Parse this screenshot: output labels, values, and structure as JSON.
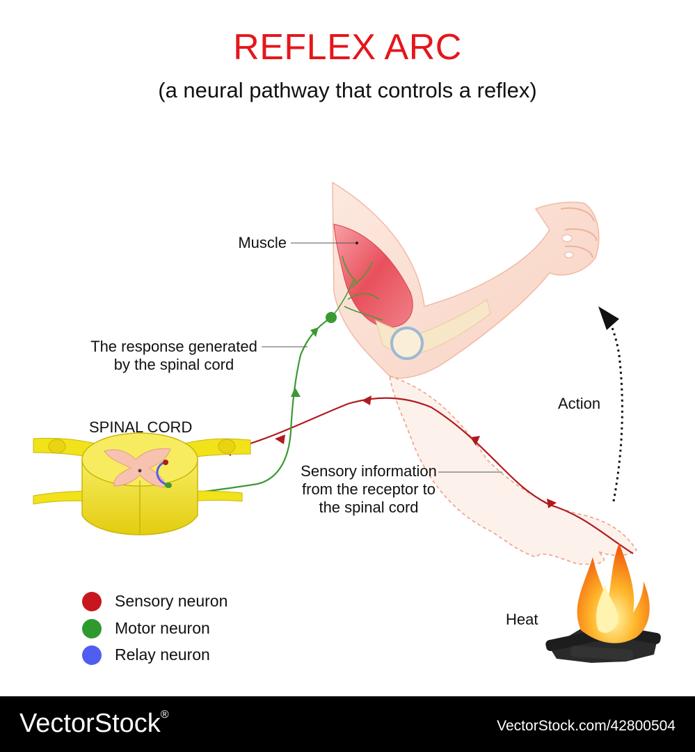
{
  "title": "REFLEX ARC",
  "subtitle": "(a neural pathway that controls a reflex)",
  "labels": {
    "muscle": "Muscle",
    "response_line1": "The response generated",
    "response_line2": "by the spinal cord",
    "spinal_cord": "SPINAL CORD",
    "action": "Action",
    "sensory_line1": "Sensory information",
    "sensory_line2": "from the receptor to",
    "sensory_line3": "the spinal cord",
    "heat": "Heat"
  },
  "legend": [
    {
      "label": "Sensory neuron",
      "color": "#c8161d"
    },
    {
      "label": "Motor neuron",
      "color": "#2e9a2e"
    },
    {
      "label": "Relay neuron",
      "color": "#4f5df0"
    }
  ],
  "colors": {
    "title": "#e5161b",
    "sensory": "#b01a1f",
    "motor": "#3a9a32",
    "relay": "#4f5df0",
    "skin": "#fbe2d6",
    "muscle": "#ea5a66",
    "spinal_cord": "#f1e21a"
  },
  "footer": {
    "logo": "VectorStock",
    "registered": "®",
    "image_id": "VectorStock.com/42800504"
  }
}
